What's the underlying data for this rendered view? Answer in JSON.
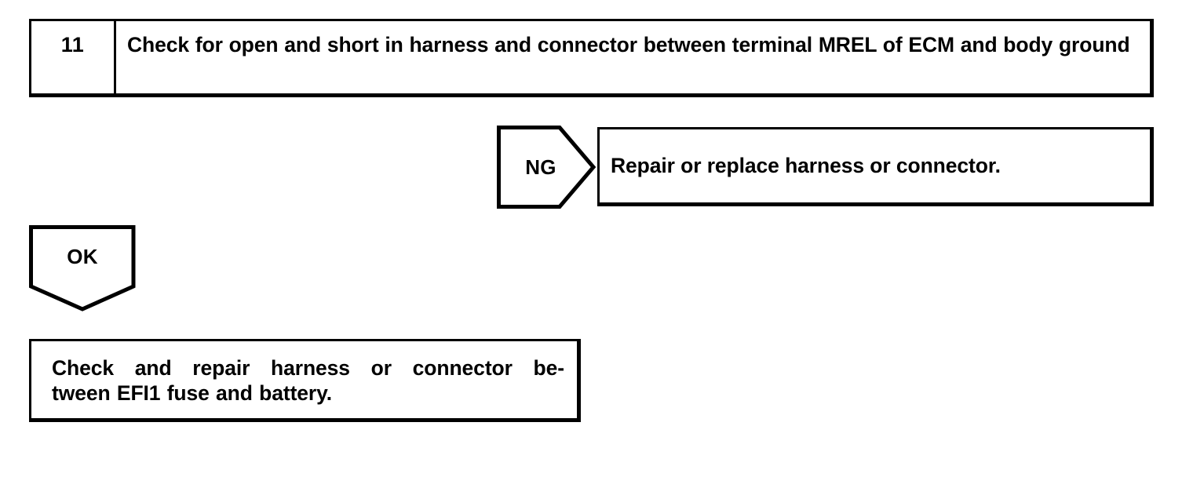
{
  "colors": {
    "ink": "#000000",
    "paper": "#ffffff"
  },
  "step_header": {
    "number": "11",
    "instruction": "Check for open and short in harness and connector between terminal MREL of ECM and body ground"
  },
  "branches": {
    "ng": {
      "label": "NG",
      "result": "Repair or replace harness or connector."
    },
    "ok": {
      "label": "OK"
    }
  },
  "action_box": {
    "line1": "Check and repair harness or connector be-",
    "line2": "tween EFI1 fuse and battery.",
    "full_text": "Check and repair harness or connector between EFI1 fuse and battery."
  }
}
